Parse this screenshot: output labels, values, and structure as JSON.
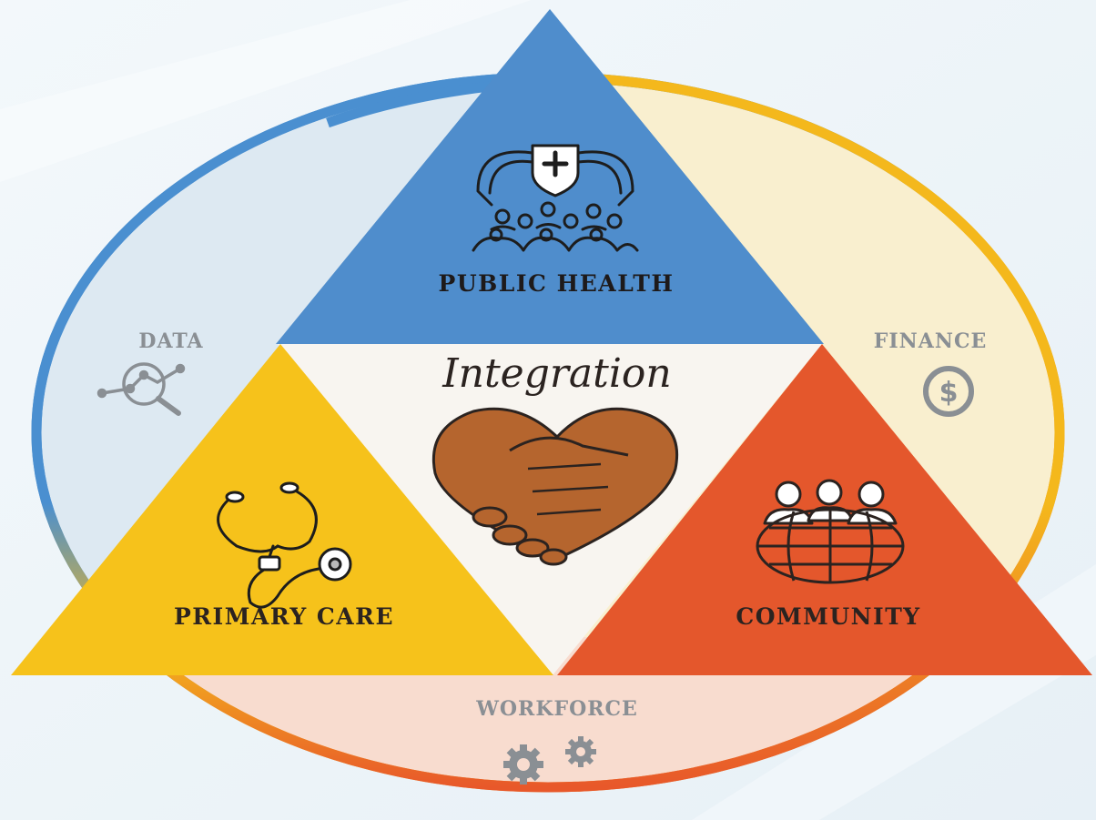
{
  "diagram": {
    "center_label": "Integration",
    "triangles": {
      "top": {
        "label": "PUBLIC HEALTH",
        "icon": "public-health-shield-people-icon",
        "color": "#4f8dcc"
      },
      "left": {
        "label": "PRIMARY CARE",
        "icon": "stethoscope-icon",
        "color": "#f6c21b"
      },
      "right": {
        "label": "COMMUNITY",
        "icon": "people-globe-icon",
        "color": "#e4572c"
      }
    },
    "outer_segments": {
      "data": {
        "label": "DATA",
        "icon": "data-magnifier-icon",
        "color": "#dce8f1"
      },
      "finance": {
        "label": "FINANCE",
        "icon": "dollar-coin-icon",
        "color": "#f9efcf"
      },
      "workforce": {
        "label": "WORKFORCE",
        "icon": "gears-icon",
        "color": "#f8dccf"
      }
    },
    "center_icon": "handshake-heart-icon",
    "colors": {
      "ring_blue": "#4a8fd0",
      "ring_yellow": "#f4b81c",
      "ring_orange": "#e8582a",
      "center_fill": "#f8f5f0",
      "label_dark": "#2b2320",
      "label_gray": "#8a8f94",
      "skin": "#b5652e"
    }
  }
}
